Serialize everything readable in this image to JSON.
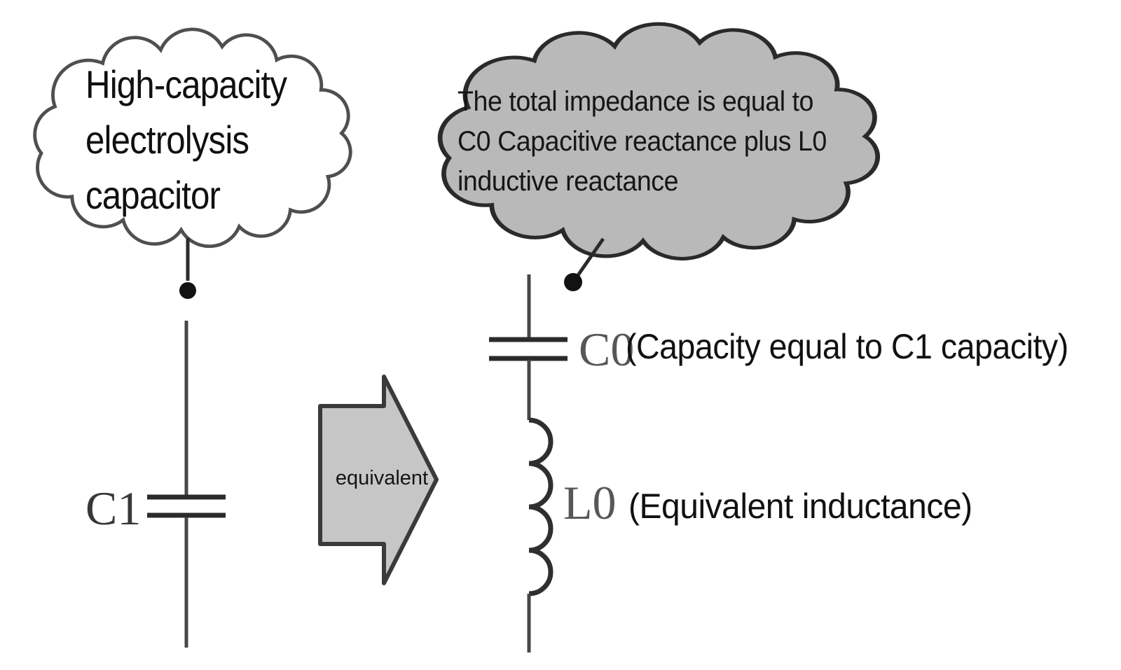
{
  "figure": {
    "kind": "capacitor-equivalent-circuit-diagram",
    "background": "#ffffff"
  },
  "left_cloud": {
    "lines": [
      "High-capacity",
      "electrolysis",
      "capacitor"
    ],
    "fill": "#ffffff",
    "stroke": "#4f4f4f",
    "text_color": "#101010"
  },
  "right_cloud": {
    "lines": [
      "The total impedance is equal to",
      "C0 Capacitive reactance plus L0",
      "inductive reactance"
    ],
    "fill": "#b9b9b9",
    "stroke": "#2a2a2a",
    "text_color": "#161616"
  },
  "equivalence_arrow": {
    "label": "equivalent",
    "fill": "#c6c6c6",
    "stroke": "#3a3a3a"
  },
  "original_circuit": {
    "capacitor_label": "C1"
  },
  "equivalent_circuit": {
    "capacitor_label": "C0",
    "capacitor_note": "(Capacity equal to C1 capacity)",
    "inductor_label": "L0",
    "inductor_note": "(Equivalent inductance)"
  },
  "colors": {
    "wire": "#474747",
    "plate": "#2b2b2b",
    "coil": "#2f2f2f",
    "connector_dot": "#121212",
    "component_label": "#575757"
  }
}
